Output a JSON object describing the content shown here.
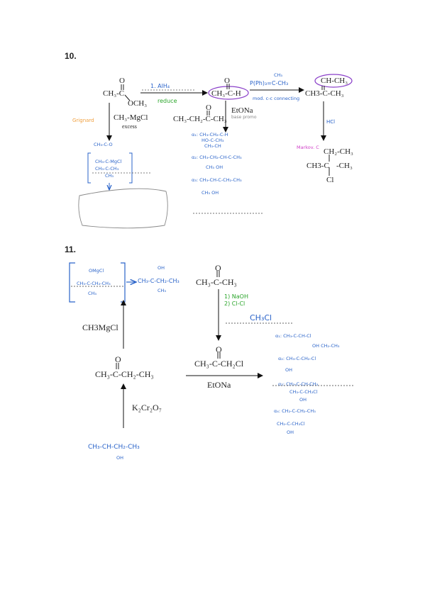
{
  "q10": {
    "number": "10.",
    "ester_carbonyl_o": "O",
    "ester_left": "CH₃-C",
    "ester_och3": "OCH₃",
    "grignard_reagent": "CH₃-MgCl",
    "grignard_excess": "excess",
    "grignard_note": "Grignard",
    "reduce_reagent": "1. AlH₄",
    "reduce_note": "reduce",
    "aldehyde_o": "O",
    "aldehyde": "CH₃-C-H",
    "ylide": "P(Ph)₃=C-CH₃",
    "ylide_ch3": "CH₃",
    "wittig_note": "mod. c-c connecting",
    "alkene_top": "CH-CH₃",
    "alkene_main": "CH3-C-CH₃",
    "ketone_o": "O",
    "ketone": "CH₃-CH₂-C-CH₃",
    "etona": "EtONa",
    "base_note": "base promo",
    "hcl_label": "HCl",
    "markov_note": "Markov. C",
    "product_top": "CH₂-CH₃",
    "product_mid": "CH3-C",
    "product_right": "-CH₃",
    "product_cl": "Cl",
    "blue_lines": [
      "α₁: CH₃-CH₂-C-H",
      "HO-C-CH₃",
      "CH₃-CH",
      "α₂: CH₃-CH₂-CH-C-CH₃",
      "CH₃ OH",
      "α₃: CH₃-CH-C-CH₂-CH₃",
      "CH₃ OH"
    ],
    "grignard_intermediate": [
      "CH₃-C-O",
      "CH₃-C-MgCl",
      "CH₃-C-CH₃",
      "CH₃"
    ]
  },
  "q11": {
    "number": "11.",
    "bracket_top": "OMgCl",
    "bracket_main": "CH₃-C-CH₂-CH₃",
    "bracket_bottom": "CH₃",
    "alcohol_oh": "OH",
    "alcohol": "CH₃-C-CH₂-CH₃",
    "alcohol_ch3": "CH₃",
    "grignard": "CH3MgCl",
    "acetone_o": "O",
    "acetone": "CH₃-C-CH₃",
    "naoh_step": "1) NaOH",
    "cl2_step": "2) Cl-Cl",
    "ch3cl": "CH₃Cl",
    "ketone_o": "O",
    "ketone": "CH₃-C-CH₂-CH₃",
    "chloroketone_o": "O",
    "chloroketone": "CH₃-C-CH₂Cl",
    "etona": "EtONa",
    "k2cr2o7": "K₂Cr₂O₇",
    "start_alcohol": "CH₃-CH-CH₂-CH₃",
    "start_oh": "OH",
    "blue_lines": [
      "α₁: CH₃-C-CH-Cl",
      "OH CH₂-CH₃",
      "α₂: CH₃-C-CH₂-Cl",
      "OH",
      "α₃: CH₃-C-CH-CH₃",
      "CH₃-C-CH₂Cl",
      "OH",
      "α₄: CH₂-C-CH₂-CH₃",
      "CH₂-C-CH₂Cl",
      "OH"
    ]
  }
}
